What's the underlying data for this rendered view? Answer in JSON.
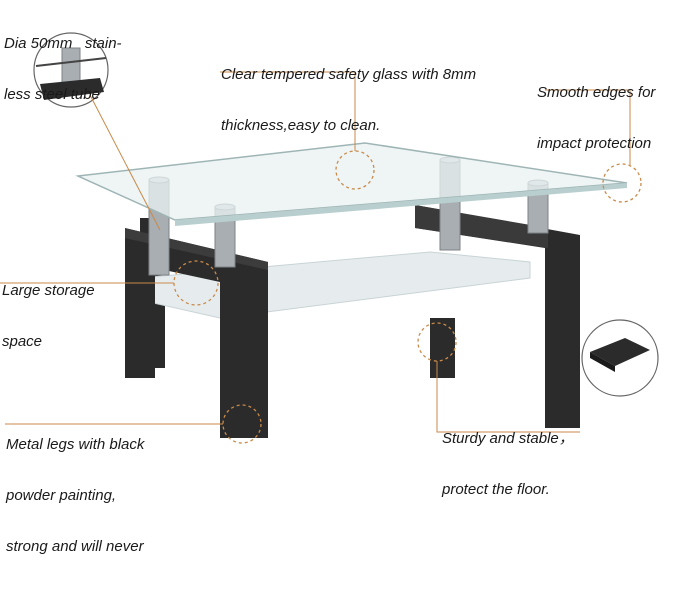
{
  "annotations": {
    "tube": [
      "Dia 50mm   stain-",
      "less steel tube"
    ],
    "glass": [
      "Clear tempered safety glass with 8mm",
      "thickness,easy to clean."
    ],
    "edges": [
      "Smooth edges for",
      "impact protection"
    ],
    "storage": [
      "Large storage",
      "space"
    ],
    "legs": [
      "Metal legs with black",
      "powder painting,",
      "strong and will never"
    ],
    "sturdy": [
      "Sturdy and stable，",
      "protect the floor."
    ]
  },
  "colors": {
    "leg": "#2b2b2b",
    "glass_top": "#e9f2f2",
    "shelf": "#e6ecee",
    "callout_line": "#c98a4a",
    "tube": "#a9aeb2"
  }
}
